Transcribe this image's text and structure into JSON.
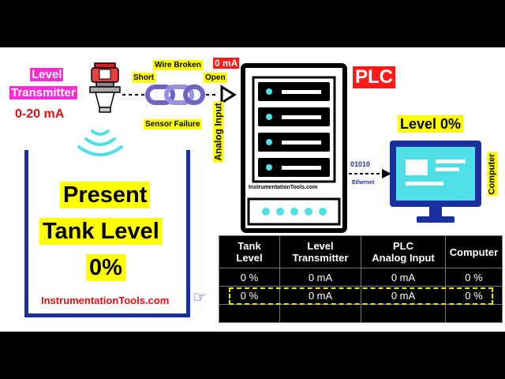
{
  "level_transmitter": {
    "label_line1": "Level",
    "label_line2": "Transmitter",
    "range": "0-20 mA"
  },
  "faults": {
    "wire_broken": "Wire Broken",
    "short": "Short",
    "open": "Open",
    "sensor_failure": "Sensor Failure",
    "current": "0 mA"
  },
  "plc": {
    "title": "PLC",
    "analog_input_label": "Analog Input",
    "watermark": "InstrumentationTools.com"
  },
  "computer": {
    "level_label": "Level 0%",
    "side_label": "Computer",
    "binary": "01010",
    "ethernet": "Ethernet"
  },
  "tank": {
    "line1": "Present",
    "line2": "Tank Level",
    "line3": "0%",
    "website": "InstrumentationTools.com",
    "pointer_icon": "pointing-hand-icon"
  },
  "table": {
    "headers": [
      [
        "Tank",
        "Level"
      ],
      [
        "Level",
        "Transmitter"
      ],
      [
        "PLC",
        "Analog Input"
      ],
      [
        "Computer"
      ]
    ],
    "rows": [
      [
        "0 %",
        "0 mA",
        "0 mA",
        "0 %"
      ],
      [
        "0 %",
        "0 mA",
        "0 mA",
        "0 %"
      ],
      [
        "",
        "",
        "",
        ""
      ]
    ],
    "highlight_color": "#e8e800"
  },
  "colors": {
    "pink": "#ff2bd6",
    "yellow": "#ffff00",
    "red": "#ff1a1a",
    "tank_blue": "#1a2fa0",
    "cyan": "#4ee0e6"
  }
}
